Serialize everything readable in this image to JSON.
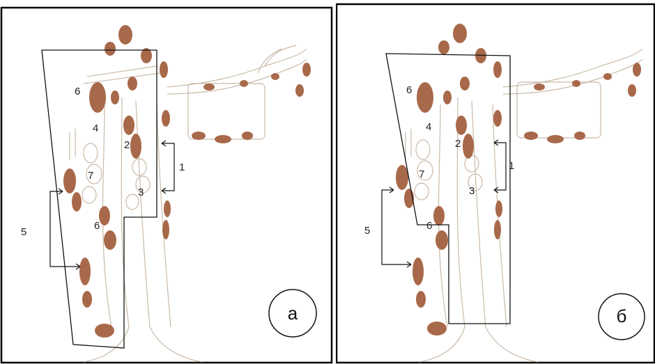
{
  "panels": [
    {
      "label": "а",
      "numbers": {
        "n1": "1",
        "n2": "2",
        "n3": "3",
        "n4": "4",
        "n5": "5",
        "n6_top": "6",
        "n6_bottom": "6",
        "n7": "7"
      }
    },
    {
      "label": "б",
      "numbers": {
        "n1": "1",
        "n2": "2",
        "n3": "3",
        "n4": "4",
        "n5": "5",
        "n6_top": "6",
        "n6_bottom": "6",
        "n7": "7"
      }
    }
  ],
  "colors": {
    "node": "#a8694a",
    "outline": "#111111",
    "sketch": "#c9b9a8",
    "border": "#000000"
  }
}
